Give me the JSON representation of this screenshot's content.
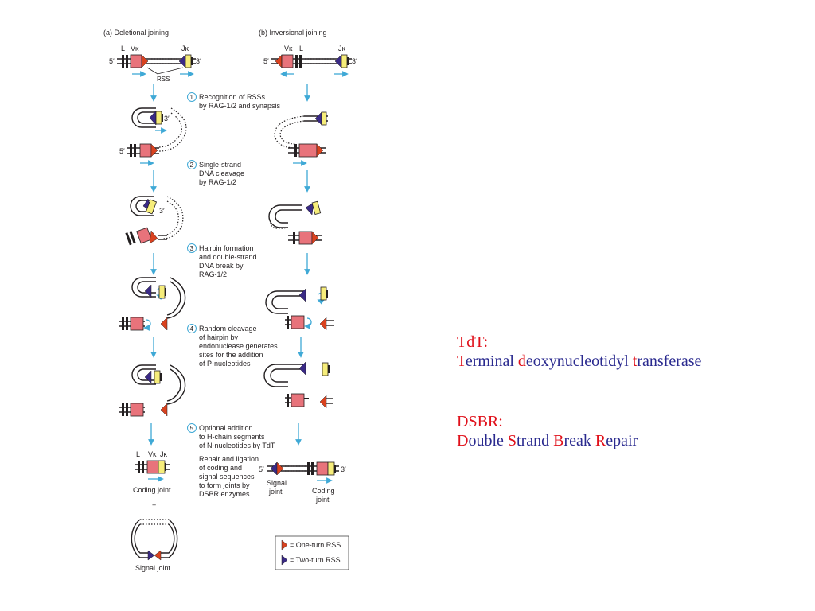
{
  "panel_a_title": "(a) Deletional joining",
  "panel_b_title": "(b) Inversional joining",
  "labels": {
    "L": "L",
    "Vk": "Vκ",
    "Jk": "Jκ",
    "five_prime": "5′",
    "three_prime": "3′",
    "rss": "RSS",
    "coding_joint": "Coding joint",
    "signal_joint": "Signal joint",
    "signal_joint_b": [
      "Signal",
      "joint"
    ],
    "coding_joint_b": [
      "Coding",
      "joint"
    ],
    "plus": "+"
  },
  "steps": [
    {
      "num": "1",
      "lines": [
        "Recognition of RSSs",
        "by RAG-1/2 and synapsis"
      ]
    },
    {
      "num": "2",
      "lines": [
        "Single-strand",
        "DNA cleavage",
        "by RAG-1/2"
      ]
    },
    {
      "num": "3",
      "lines": [
        "Hairpin formation",
        "and double-strand",
        "DNA break by",
        "RAG-1/2"
      ]
    },
    {
      "num": "4",
      "lines": [
        "Random cleavage",
        "of hairpin by",
        "endonuclease generates",
        "sites for the addition",
        "of P-nucleotides"
      ]
    },
    {
      "num": "5",
      "lines": [
        "Optional addition",
        "to H-chain segments",
        "of N-nucleotides by TdT"
      ]
    }
  ],
  "repair_lines": [
    "Repair and ligation",
    "of coding and",
    "signal sequences",
    "to form joints by",
    "DSBR enzymes"
  ],
  "legend": {
    "one_turn": "= One-turn RSS",
    "two_turn": "= Two-turn RSS"
  },
  "colors": {
    "v_segment": "#e8737b",
    "j_segment": "#f6ed7a",
    "one_turn_rss": "#d9421f",
    "two_turn_rss": "#3a2a86",
    "arrow": "#3fa9d6",
    "note_red": "#e0101a",
    "note_blue": "#2a2a8f"
  },
  "notes": {
    "tdt_title": "TdT:",
    "tdt_parts": [
      "T",
      "erminal ",
      "d",
      "eoxynucleotidyl ",
      "t",
      "ransferase"
    ],
    "dsbr_title": "DSBR:",
    "dsbr_parts": [
      "D",
      "ouble ",
      "S",
      "trand ",
      "B",
      "reak ",
      "R",
      "epair"
    ]
  }
}
